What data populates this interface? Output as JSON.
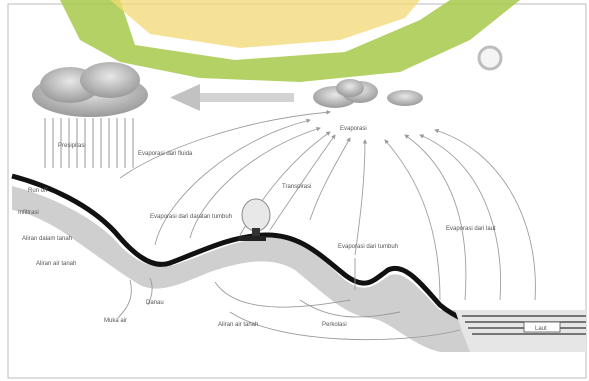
{
  "diagram": {
    "labels": {
      "precipitation": "Presipitasi",
      "evaporation_fluid": "Evaporasi dari fluida",
      "evaporation_main": "Evaporasi",
      "runoff": "Run off",
      "infiltration": "Infiltrasi",
      "evaporation_land": "Evaporasi dari daratan tumbuh",
      "transpiration": "Transpirasi",
      "evaporation_soil": "Evaporasi dari tumbuh",
      "evaporation_sea": "Evaporasi dari laut",
      "subsurface_flow": "Aliran dalam tanah",
      "groundwater_flow": "Aliran air tanah",
      "lake": "Danau",
      "water_table": "Muka air",
      "groundwater_below": "Aliran air tanah",
      "percolation": "Perkolasi",
      "sea": "Laut"
    },
    "colors": {
      "watermark": "#a6c94a",
      "watermark_inner": "#f0d060",
      "ground_line": "#111111",
      "cloud": "#b5b5b5"
    }
  }
}
